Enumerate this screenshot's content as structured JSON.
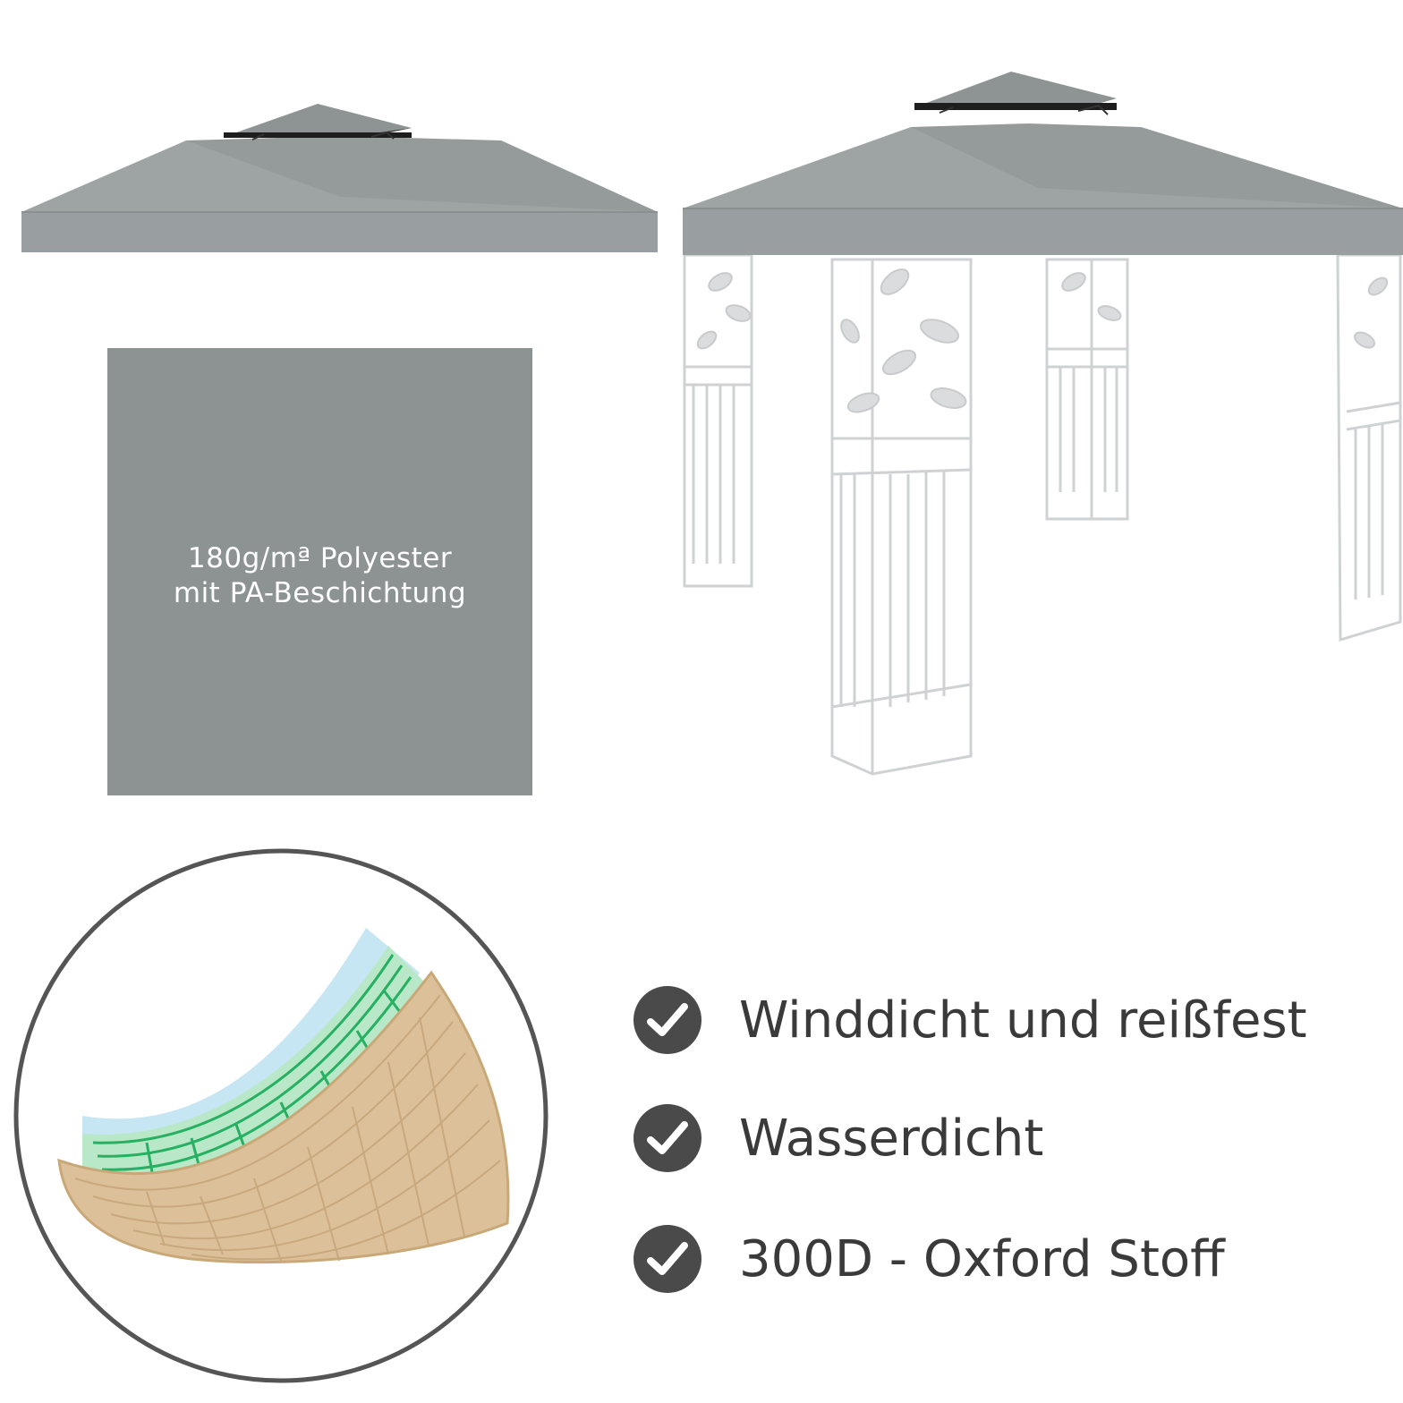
{
  "swatch": {
    "line1": "180g/mª Polyester",
    "line2": "mit PA-Beschichtung",
    "color": "#8d9293"
  },
  "features": [
    {
      "label": "Winddicht und reißfest",
      "icon": "check-icon"
    },
    {
      "label": "Wasserdicht",
      "icon": "check-icon"
    },
    {
      "label": "300D - Oxford Stoff",
      "icon": "check-icon"
    }
  ],
  "colors": {
    "canopy": "#9a9fa0",
    "canopy_dark": "#8a8f90",
    "frame": "#cfd2d3",
    "check_badge": "#4a4a4a",
    "fabric_tan": "#dcc09a",
    "fabric_mesh": "#2fb46a",
    "fabric_blue": "#bfe3f2"
  }
}
